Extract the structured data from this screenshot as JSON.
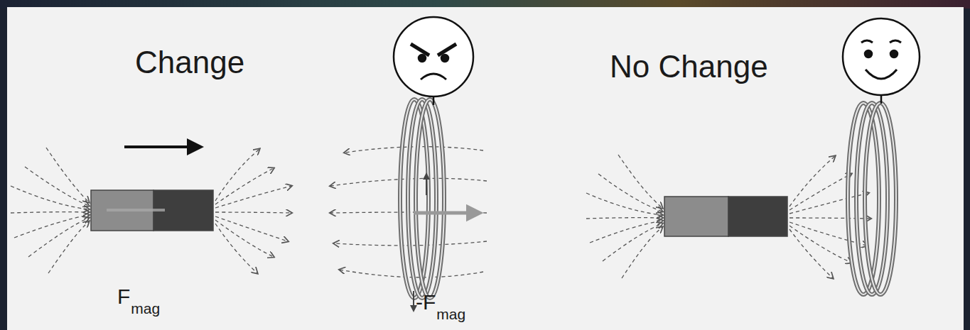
{
  "diagram": {
    "labels": [
      "Change",
      "F",
      "mag",
      "-F",
      "mag",
      "No Change"
    ]
  }
}
